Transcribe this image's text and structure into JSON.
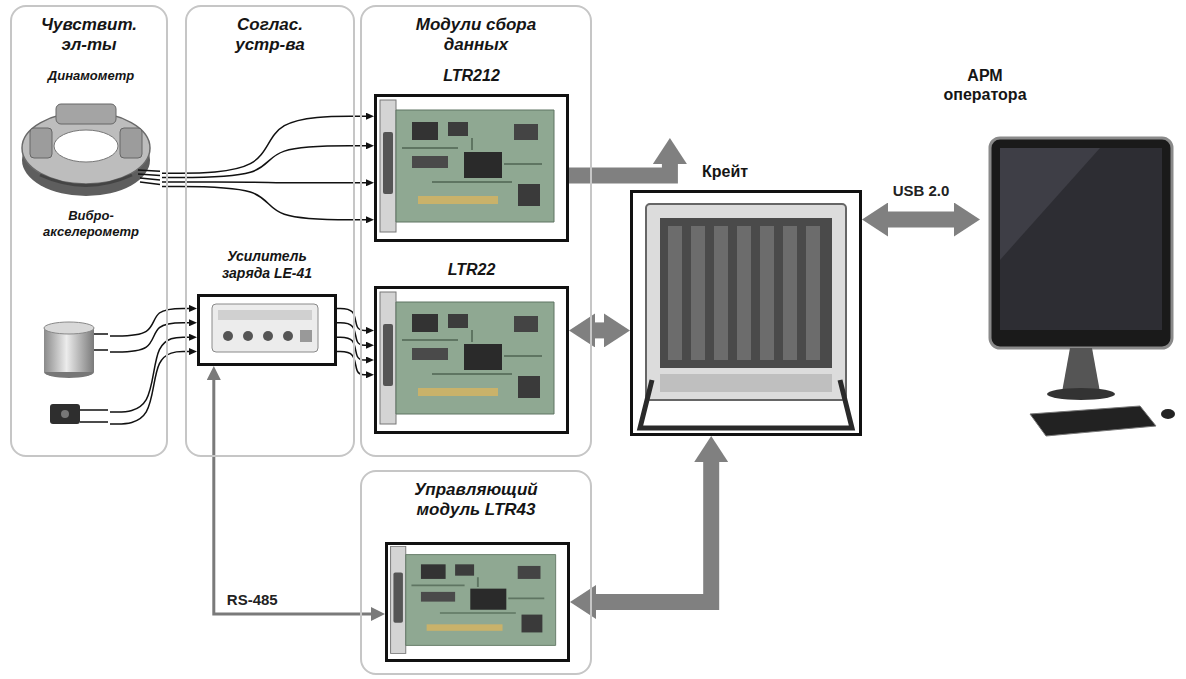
{
  "diagram": {
    "nodes": [
      {
        "text": [
          "Чувствит. эл-ты"
        ]
      },
      {
        "text": [
          "Динамометр"
        ],
        "in": 0
      },
      {
        "text": [
          "Вибро- акселерометр"
        ],
        "in": 0
      },
      {
        "text": [
          "Соглас. устр-ва"
        ]
      },
      {
        "text": [
          "Усилитель заряда LE-41"
        ],
        "in": 3
      },
      {
        "text": [
          "Модули сбора данных"
        ]
      },
      {
        "text": [
          "LTR212"
        ],
        "in": 5
      },
      {
        "text": [
          "LTR22"
        ],
        "in": 5
      },
      {
        "text": [
          "Крейт"
        ]
      },
      {
        "text": [
          "АРМ оператора"
        ]
      },
      {
        "text": [
          "Управляющий модуль LTR43"
        ]
      }
    ],
    "edges": [
      {
        "from": 1,
        "to": 6,
        "arrow": "to"
      },
      {
        "from": 1,
        "to": 6,
        "arrow": "to"
      },
      {
        "from": 1,
        "to": 6,
        "arrow": "to"
      },
      {
        "from": 1,
        "to": 6,
        "arrow": "to"
      },
      {
        "from": 2,
        "to": 4,
        "arrow": "to"
      },
      {
        "from": 2,
        "to": 4,
        "arrow": "to"
      },
      {
        "from": 2,
        "to": 4,
        "arrow": "to"
      },
      {
        "from": 2,
        "to": 4,
        "arrow": "to"
      },
      {
        "from": 4,
        "to": 7,
        "arrow": "to"
      },
      {
        "from": 4,
        "to": 7,
        "arrow": "to"
      },
      {
        "from": 4,
        "to": 7,
        "arrow": "to"
      },
      {
        "from": 4,
        "to": 7,
        "arrow": "to"
      },
      {
        "from": 6,
        "to": 8,
        "arrow": "to"
      },
      {
        "from": 7,
        "to": 8,
        "arrow": "both"
      },
      {
        "from": 10,
        "to": 8,
        "arrow": "both"
      },
      {
        "from": 8,
        "to": 9,
        "arrow": "both",
        "label": "USB 2.0"
      },
      {
        "from": 4,
        "to": 10,
        "arrow": "both",
        "label": "RS-485"
      }
    ]
  }
}
